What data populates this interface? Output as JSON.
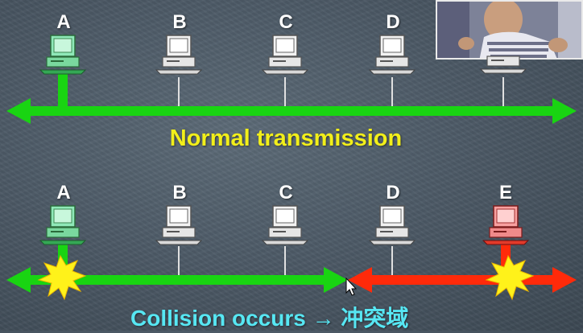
{
  "top": {
    "computers": [
      {
        "label": "A",
        "state": "active"
      },
      {
        "label": "B",
        "state": "idle"
      },
      {
        "label": "C",
        "state": "idle"
      },
      {
        "label": "D",
        "state": "idle"
      },
      {
        "label": "",
        "state": "idle"
      }
    ],
    "caption": "Normal transmission"
  },
  "bottom": {
    "computers": [
      {
        "label": "A",
        "state": "active"
      },
      {
        "label": "B",
        "state": "idle"
      },
      {
        "label": "C",
        "state": "idle"
      },
      {
        "label": "D",
        "state": "idle"
      },
      {
        "label": "E",
        "state": "collision"
      }
    ],
    "caption": "Collision occurs → 冲突域"
  },
  "colors": {
    "green": "#19d412",
    "red": "#ff2a0a",
    "caption1": "#f2ef1a",
    "caption2": "#57e7f3",
    "burst": "#fff21a"
  },
  "icons": [
    "computer-icon",
    "collision-burst-icon",
    "cursor-arrow-icon"
  ]
}
